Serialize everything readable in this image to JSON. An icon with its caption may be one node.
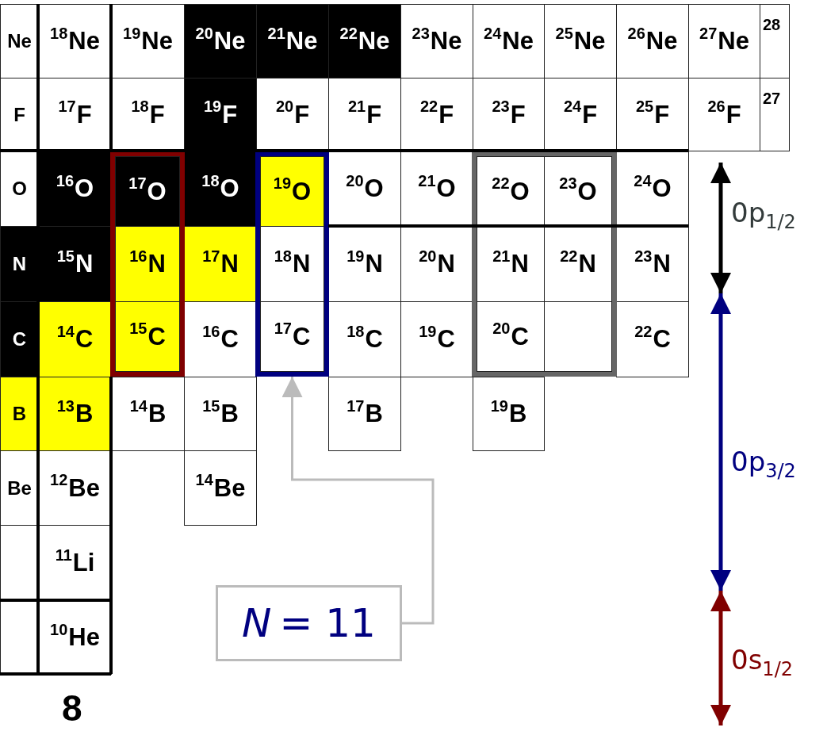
{
  "diagram": {
    "nodes": [
      {
        "text": [
          "Ne"
        ]
      },
      {
        "text": [
          "$^{18}$Ne"
        ]
      },
      {
        "text": [
          "$^{19}$Ne"
        ]
      },
      {
        "text": [
          "$^{20}$Ne"
        ]
      },
      {
        "text": [
          "$^{21}$Ne"
        ]
      },
      {
        "text": [
          "$^{22}$Ne"
        ]
      },
      {
        "text": [
          "$^{23}$Ne"
        ]
      },
      {
        "text": [
          "$^{24}$Ne"
        ]
      },
      {
        "text": [
          "$^{25}$Ne"
        ]
      },
      {
        "text": [
          "$^{26}$Ne"
        ]
      },
      {
        "text": [
          "$^{27}$Ne"
        ]
      },
      {
        "text": [
          "28"
        ]
      },
      {
        "text": [
          "F"
        ]
      },
      {
        "text": [
          "$^{17}$F"
        ]
      },
      {
        "text": [
          "$^{18}$F"
        ]
      },
      {
        "text": [
          "$^{19}$F"
        ]
      },
      {
        "text": [
          "$^{20}$F"
        ]
      },
      {
        "text": [
          "$^{21}$F"
        ]
      },
      {
        "text": [
          "$^{22}$F"
        ]
      },
      {
        "text": [
          "$^{23}$F"
        ]
      },
      {
        "text": [
          "$^{24}$F"
        ]
      },
      {
        "text": [
          "$^{25}$F"
        ]
      },
      {
        "text": [
          "$^{26}$F"
        ]
      },
      {
        "text": [
          "27"
        ]
      },
      {
        "text": [],
        "shape": "box"
      },
      {
        "text": [],
        "shape": "box"
      },
      {
        "text": [],
        "shape": "box"
      },
      {
        "text": [
          "O"
        ]
      },
      {
        "text": [
          "$^{16}$O"
        ]
      },
      {
        "text": [
          "$^{17}$O"
        ],
        "in": 24
      },
      {
        "text": [
          "$^{18}$O"
        ]
      },
      {
        "text": [
          "$^{19}$O"
        ],
        "in": 25
      },
      {
        "text": [
          "$^{20}$O"
        ]
      },
      {
        "text": [
          "$^{21}$O"
        ]
      },
      {
        "text": [
          "$^{22}$O"
        ],
        "in": 26
      },
      {
        "text": [
          "$^{23}$O"
        ],
        "in": 26
      },
      {
        "text": [
          "$^{24}$O"
        ]
      },
      {
        "text": [
          "N"
        ]
      },
      {
        "text": [
          "$^{15}$N"
        ]
      },
      {
        "text": [
          "$^{16}$N"
        ],
        "in": 24
      },
      {
        "text": [
          "$^{17}$N"
        ]
      },
      {
        "text": [
          "$^{18}$N"
        ],
        "in": 25
      },
      {
        "text": [
          "$^{19}$N"
        ]
      },
      {
        "text": [
          "$^{20}$N"
        ]
      },
      {
        "text": [
          "$^{21}$N"
        ],
        "in": 26
      },
      {
        "text": [
          "$^{22}$N"
        ],
        "in": 26
      },
      {
        "text": [
          "$^{23}$N"
        ]
      },
      {
        "text": [
          "C"
        ]
      },
      {
        "text": [
          "$^{14}$C"
        ]
      },
      {
        "text": [
          "$^{15}$C"
        ],
        "in": 24
      },
      {
        "text": [
          "$^{16}$C"
        ]
      },
      {
        "text": [
          "$^{17}$C"
        ],
        "in": 25
      },
      {
        "text": [
          "$^{18}$C"
        ]
      },
      {
        "text": [
          "$^{19}$C"
        ]
      },
      {
        "text": [
          "$^{20}$C"
        ],
        "in": 26
      },
      {
        "text": [],
        "shape": "box",
        "in": 26
      },
      {
        "text": [
          "$^{22}$C"
        ]
      },
      {
        "text": [
          "B"
        ]
      },
      {
        "text": [
          "$^{13}$B"
        ]
      },
      {
        "text": [
          "$^{14}$B"
        ]
      },
      {
        "text": [
          "$^{15}$B"
        ]
      },
      {
        "text": [
          "$^{17}$B"
        ]
      },
      {
        "text": [
          "$^{19}$B"
        ]
      },
      {
        "text": [
          "Be"
        ]
      },
      {
        "text": [
          "$^{12}$Be"
        ]
      },
      {
        "text": [
          "$^{14}$Be"
        ]
      },
      {
        "text": [],
        "shape": "box"
      },
      {
        "text": [
          "$^{11}$Li"
        ]
      },
      {
        "text": [],
        "shape": "box"
      },
      {
        "text": [
          "$^{10}$He"
        ]
      },
      {
        "text": [
          "*N* = 11"
        ]
      }
    ],
    "edges": [
      {
        "from": 70,
        "to": 25,
        "arrow": "to"
      }
    ],
    "labels": [
      "0p$_{1/2}$",
      "0p$_{3/2}$",
      "0s$_{1/2}$",
      "8"
    ]
  }
}
